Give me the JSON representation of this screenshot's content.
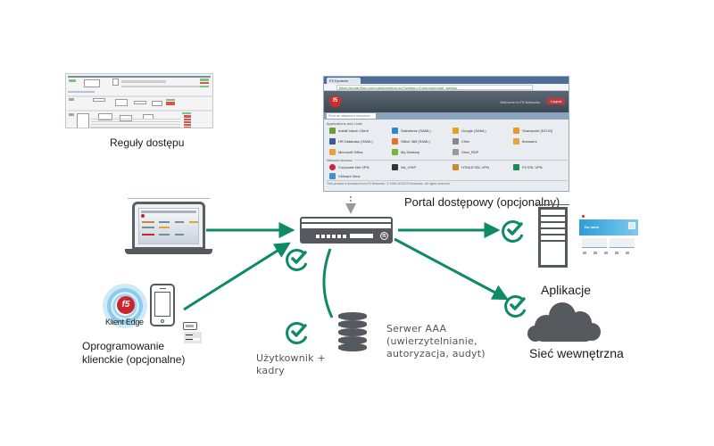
{
  "diagram": {
    "accent_color": "#0e8a64",
    "device_color": "#55595e",
    "access_rules": {
      "label": "Reguły dostępu",
      "icon": "policy-editor-screenshot"
    },
    "portal": {
      "label": "Portal dostępowy (opcjonalny)",
      "browser_tab": "F5 Dynamic Desktop",
      "url": "https://portal.f5se.com/vdesk/webtop.eui?webtop=/Common/portal_webtop",
      "logo_text": "f5",
      "welcome_text": "Welcome to F5 Networks",
      "logout_label": "Logout",
      "search_placeholder": "Find an attached resource",
      "sections": {
        "apps": "Applications and Links",
        "network": "Network Access"
      },
      "apps": [
        {
          "label": "Install Intuch Client",
          "color": "#6b9e3a"
        },
        {
          "label": "Salesforce (SAML)",
          "color": "#2f86c9"
        },
        {
          "label": "Google (SAML)",
          "color": "#e5a21c"
        },
        {
          "label": "Sharepoint (NTLM)",
          "color": "#e39a2d"
        },
        {
          "label": "HR Database (SAML)",
          "color": "#3b5a9a"
        },
        {
          "label": "Office 365 (SAML)",
          "color": "#e8702a"
        },
        {
          "label": "Citrix",
          "color": "#888888"
        },
        {
          "label": "Browsers",
          "color": "#e3a33d"
        },
        {
          "label": "Microsoft Office",
          "color": "#e3a33d"
        },
        {
          "label": "My Desktop",
          "color": "#7ab23a"
        },
        {
          "label": "View_RDP",
          "color": "#999999"
        }
      ],
      "network_access": [
        {
          "label": "Corporate Net VPN",
          "color": "#c9262a"
        },
        {
          "label": "NA_VHIP",
          "color": "#333333"
        },
        {
          "label": "HTML5 SSL VPN",
          "color": "#c98a2d"
        },
        {
          "label": "F5 SSL VPN",
          "color": "#1c8a5a"
        },
        {
          "label": "VMware View",
          "color": "#3f8fd1"
        }
      ],
      "footer": "This product is licensed from F5 Networks. © 1999-2015 F5 Networks. All rights reserved."
    },
    "client_software": {
      "label_line1": "Oprogramowanie",
      "label_line2": "klienckie (opcjonalne)",
      "edge_label": "Klient Edge",
      "edge_logo": "f5"
    },
    "access_gateway": {
      "logo": "f5"
    },
    "users": {
      "label_line1": "Użytkownik +",
      "label_line2": "kadry"
    },
    "aaa_server": {
      "label_line1": "Serwer AAA",
      "label_line2": "(uwierzytelnianie,",
      "label_line3": "autoryzacja, audyt)"
    },
    "applications": {
      "label": "Aplikacje",
      "site_banner": "Do more"
    },
    "internal_network": {
      "label": "Sieć wewnętrzna"
    }
  }
}
